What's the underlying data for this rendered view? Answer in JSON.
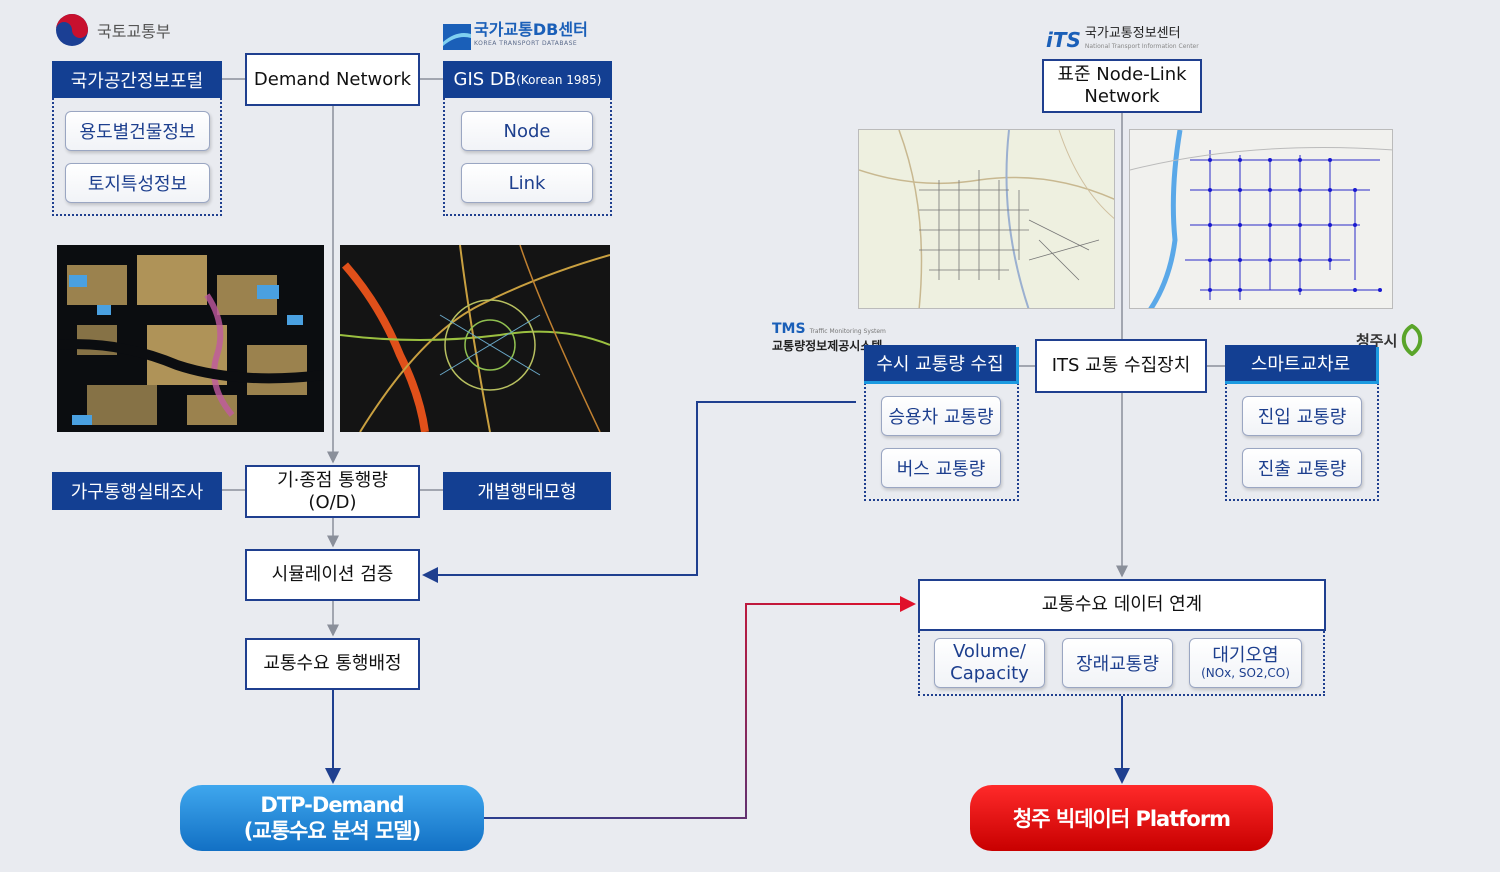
{
  "logos": {
    "molit": "국토교통부",
    "ktdb_main": "국가교통DB센터",
    "ktdb_sub": "KOREA TRANSPORT DATABASE",
    "its_mark": "iTS",
    "its_main": "국가교통정보센터",
    "its_sub": "National Transport Information Center",
    "tms_mark": "TMS",
    "tms_sub": "Traffic Monitoring System",
    "tms_main": "교통량정보제공시스템",
    "cheongju": "청주시"
  },
  "left": {
    "national_spatial": "국가공간정보포털",
    "demand_network": "Demand Network",
    "gis_db": "GIS DB",
    "gis_db_note": "(Korean 1985)",
    "building_info": "용도별건물정보",
    "land_info": "토지특성정보",
    "node": "Node",
    "link": "Link",
    "household_survey": "가구통행실태조사",
    "od_line1": "기·종점 통행량",
    "od_line2": "(O/D)",
    "individual_model": "개별행태모형",
    "simulation": "시뮬레이션 검증",
    "assignment": "교통수요 통행배정",
    "dtp_line1": "DTP-Demand",
    "dtp_line2": "(교통수요 분석 모델)"
  },
  "right": {
    "std_line1": "표준 Node-Link",
    "std_line2": "Network",
    "tms_collect": "수시 교통량 수집",
    "its_device": "ITS 교통 수집장치",
    "smart_lane": "스마트교차로",
    "car_volume": "승용차 교통량",
    "bus_volume": "버스 교통량",
    "entry_volume": "진입 교통량",
    "exit_volume": "진출 교통량",
    "link_data": "교통수요 데이터 연계",
    "vc_line1": "Volume/",
    "vc_line2": "Capacity",
    "future_volume": "장래교통량",
    "air_line1": "대기오염",
    "air_line2": "(NOx, SO2,CO)",
    "platform": "청주 빅데이터 Platform"
  },
  "colors": {
    "navy": "#133f92",
    "border": "#1f3f8f",
    "dtp_blue": "#1f8ad6",
    "platform_red": "#e00a0a",
    "red_arrow": "#d0172a",
    "background": "#e9ebf0"
  }
}
